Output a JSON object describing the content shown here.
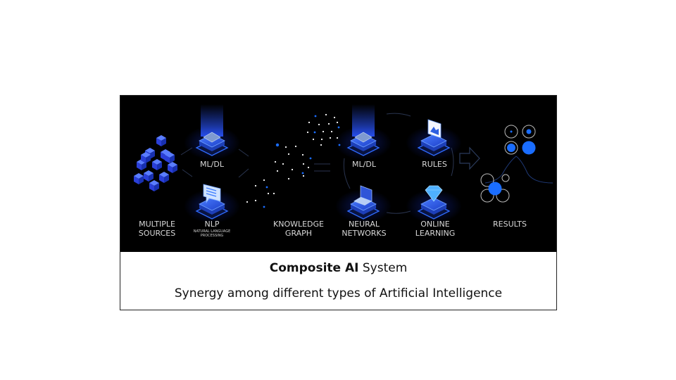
{
  "diagram": {
    "labels": {
      "sources_1": "MULTIPLE",
      "sources_2": "SOURCES",
      "mldl_left": "ML/DL",
      "nlp": "NLP",
      "nlp_sub_1": "NATURAL LANGUAGE",
      "nlp_sub_2": "PROCESSING",
      "kg_1": "KNOWLEDGE",
      "kg_2": "GRAPH",
      "mldl_right": "ML/DL",
      "rules": "RULES",
      "nn_1": "NEURAL",
      "nn_2": "NETWORKS",
      "ol_1": "ONLINE",
      "ol_2": "LEARNING",
      "results": "RESULTS"
    },
    "icons": [
      "cubes-icon",
      "chip-icon",
      "chat-bubble-icon",
      "graph-dots-icon",
      "laptop-icon",
      "image-card-icon",
      "diamond-icon",
      "arrow-right-icon",
      "results-circles-icon"
    ],
    "colors": {
      "background": "#000000",
      "accent": "#1a6dff",
      "text": "#d8d8d8"
    }
  },
  "caption": {
    "title_bold": "Composite AI",
    "title_rest": " System",
    "subtitle": "Synergy among different types of Artificial Intelligence"
  }
}
